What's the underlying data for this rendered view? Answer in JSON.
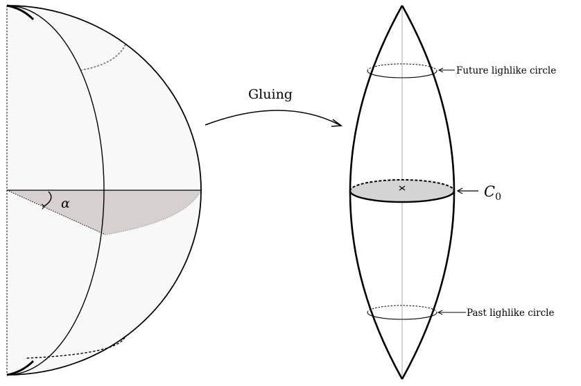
{
  "labels": {
    "alpha": "α",
    "gluing": "Gluing",
    "future_circle": "Future lighlike circle",
    "past_circle": "Past lighlike circle",
    "c0_main": "C",
    "c0_sub": "0"
  },
  "colors": {
    "stroke": "#000000",
    "hemisphere_fill": "#f8f8f8",
    "wedge_fill": "#d6d0d0",
    "disc_fill": "#d4d4d4",
    "axis_line": "#cfcfcf",
    "hidden_arc": "#8a8a8a"
  }
}
